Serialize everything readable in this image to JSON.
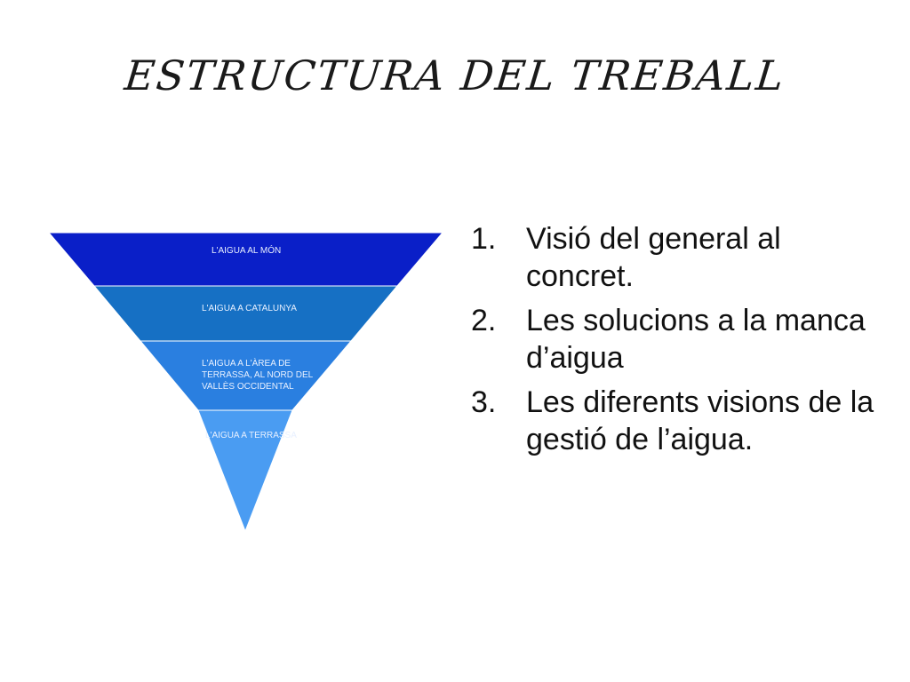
{
  "title": "ESTRUCTURA DEL TREBALL",
  "pyramid": {
    "layers": [
      {
        "label": "L'AIGUA AL MÓN",
        "color": "#0a1fc8"
      },
      {
        "label": "L'AIGUA A CATALUNYA",
        "color": "#1670c4"
      },
      {
        "label": "L'AIGUA A L'ÀREA DE\nTERRASSA, AL NORD DEL\nVALLÈS OCCIDENTAL",
        "color": "#2a7fe0"
      },
      {
        "label": "L'AIGUA A TERRASSA",
        "color": "#4a9cf2"
      }
    ]
  },
  "list": {
    "items": [
      {
        "num": "1.",
        "text": "Visió del general al concret."
      },
      {
        "num": "2.",
        "text": "Les solucions a la manca d’aigua"
      },
      {
        "num": "3.",
        "text": "Les diferents visions de la gestió de l’aigua."
      }
    ]
  }
}
